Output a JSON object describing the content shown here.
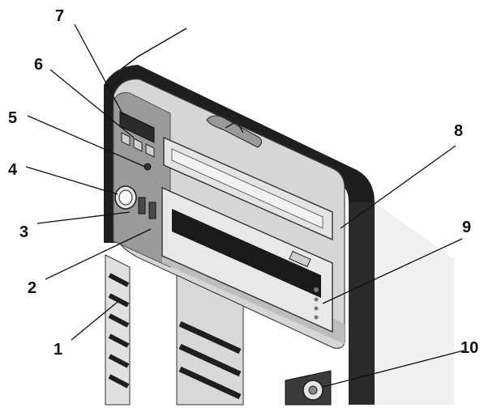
{
  "colors": {
    "chassis_dark": "#1e1e1e",
    "bezel_light": "#d9d9d9",
    "panel_gray": "#8f8f8f",
    "drive_face": "#e6e6e6",
    "shadow": "#b8b8b8"
  },
  "callouts": [
    {
      "number": "1",
      "part": "chassis-feet-grille"
    },
    {
      "number": "2",
      "part": "usb-connectors"
    },
    {
      "number": "3",
      "part": "power-button"
    },
    {
      "number": "4",
      "part": "power-indicator"
    },
    {
      "number": "5",
      "part": "nmi-button"
    },
    {
      "number": "6",
      "part": "lcd-menu-buttons"
    },
    {
      "number": "7",
      "part": "lcd-panel"
    },
    {
      "number": "8",
      "part": "optical-drive"
    },
    {
      "number": "9",
      "part": "tape-drive"
    },
    {
      "number": "10",
      "part": "system-lock"
    }
  ]
}
